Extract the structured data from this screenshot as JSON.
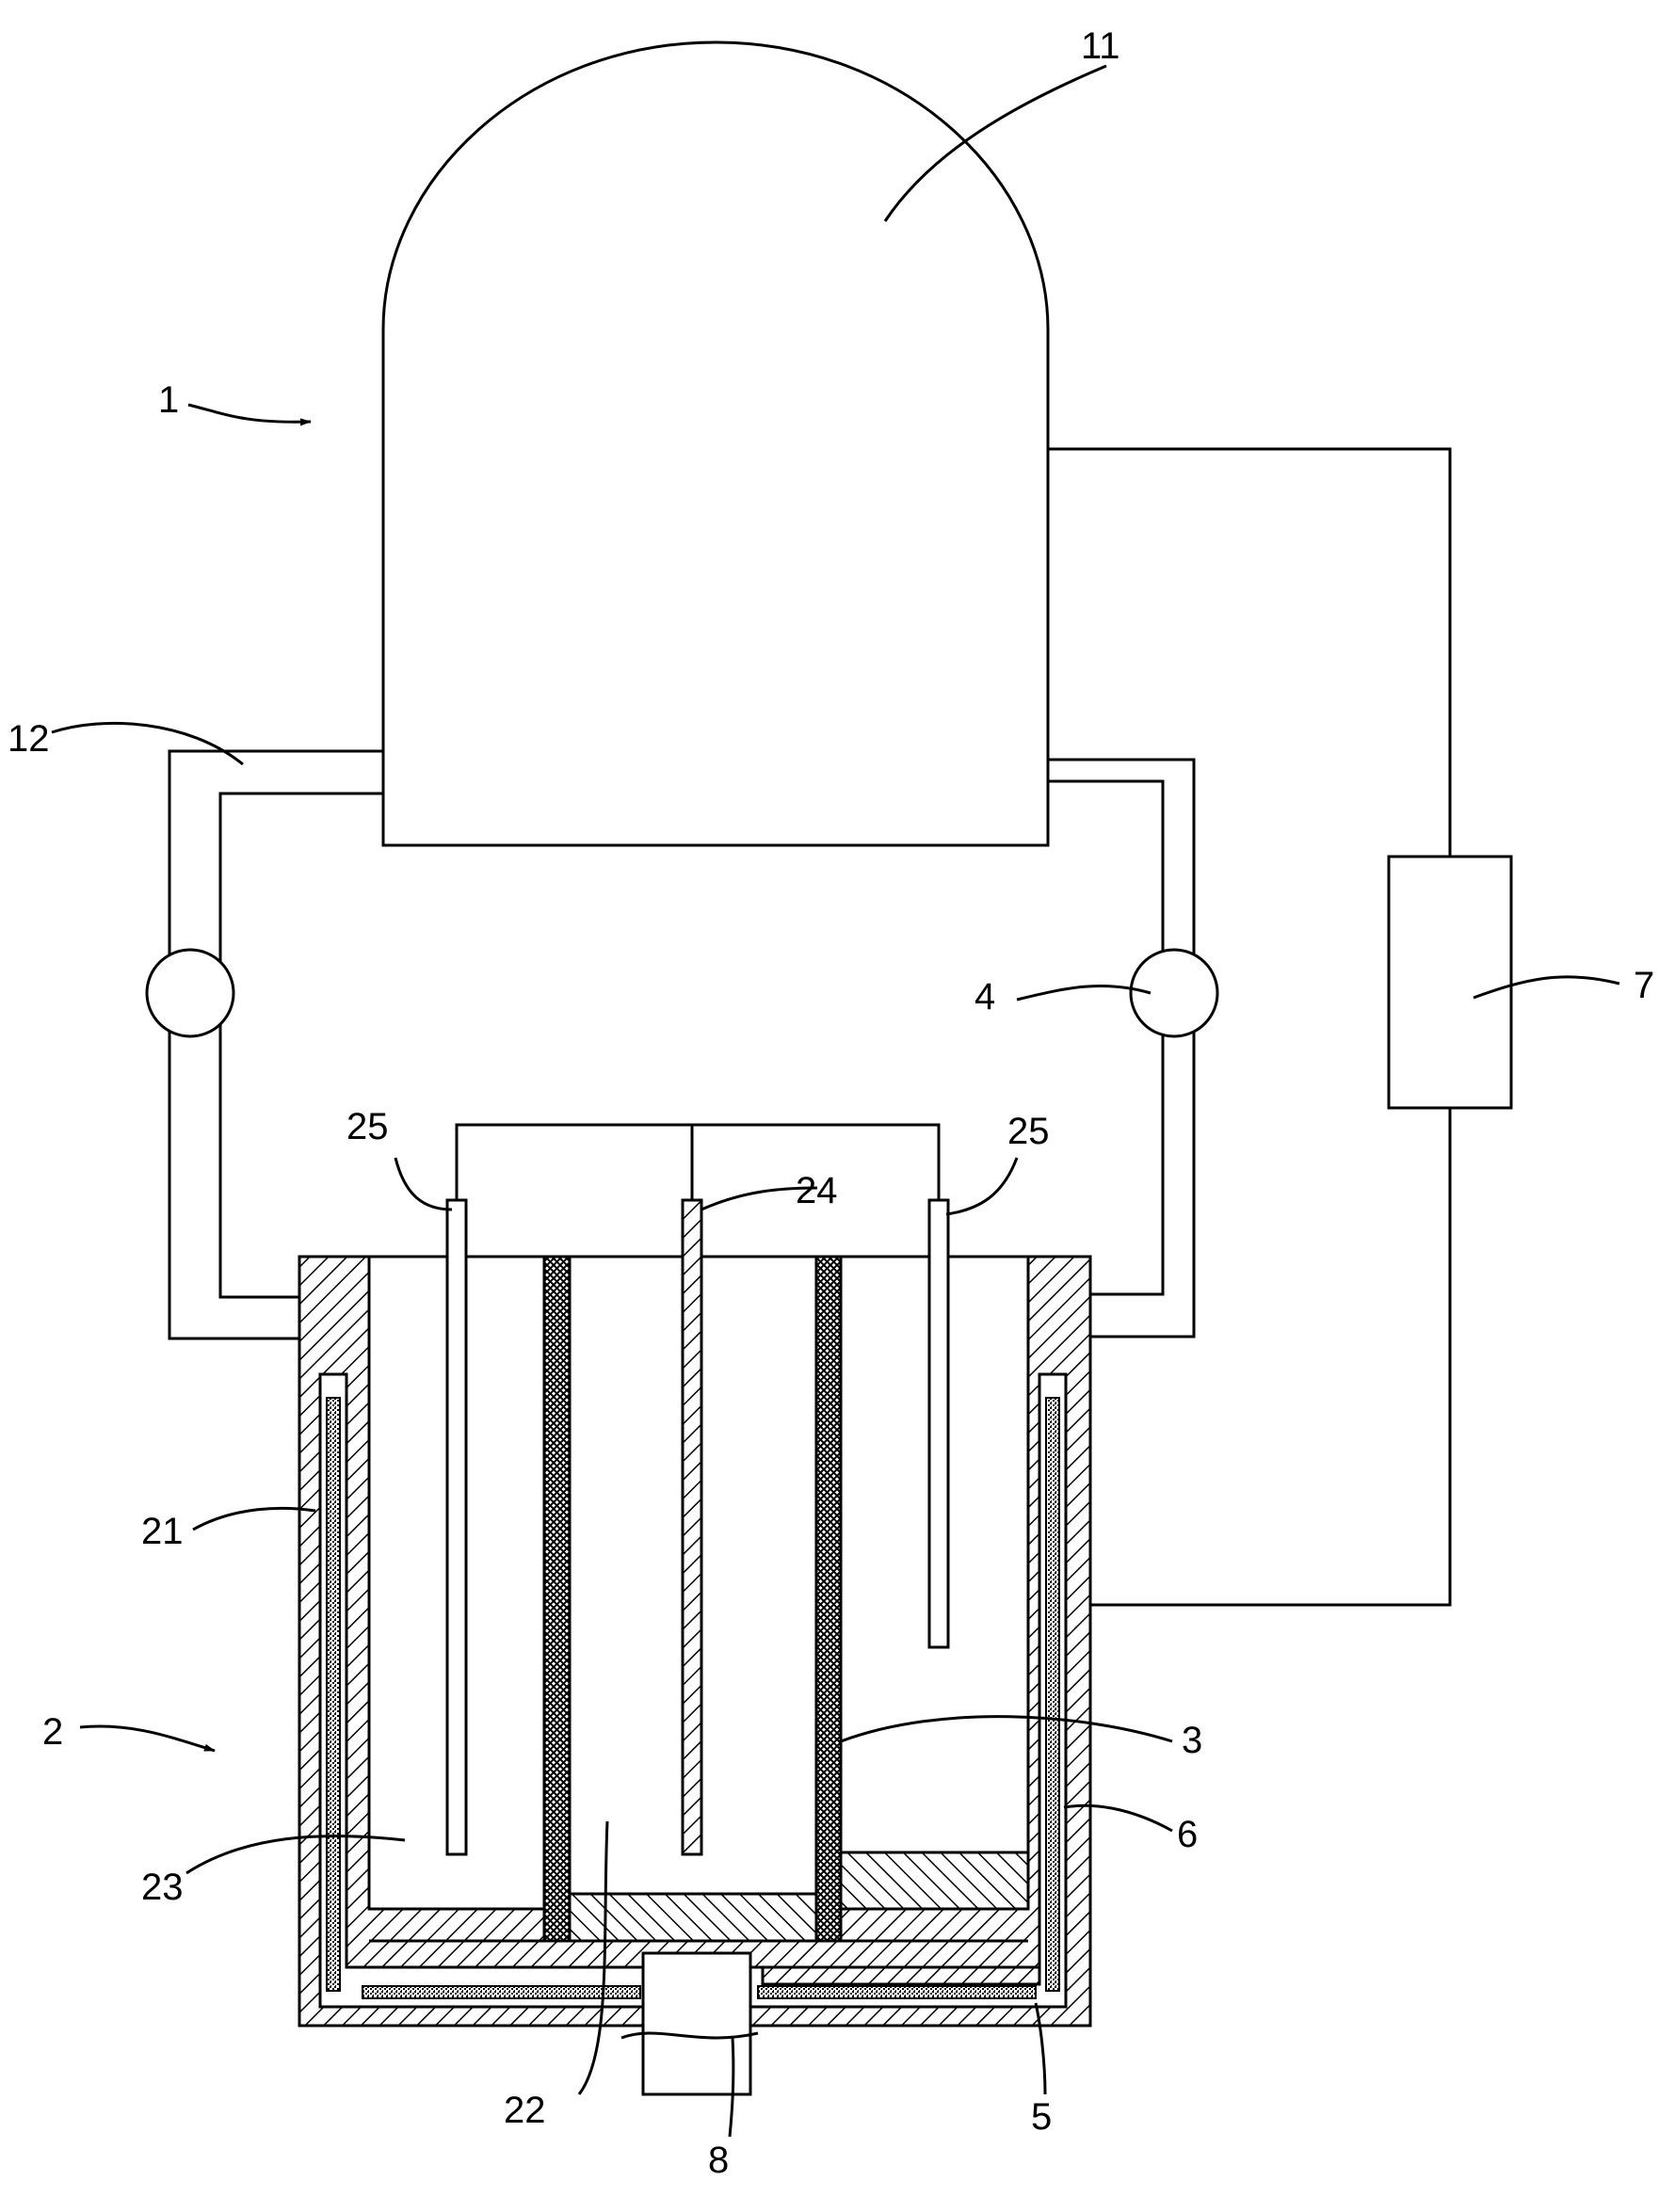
{
  "labels": {
    "l1": "1",
    "l2": "2",
    "l3": "3",
    "l4": "4",
    "l5": "5",
    "l6": "6",
    "l7": "7",
    "l8": "8",
    "l11": "11",
    "l12": "12",
    "l21": "21",
    "l22": "22",
    "l23": "23",
    "l24": "24",
    "l25a": "25",
    "l25b": "25"
  }
}
